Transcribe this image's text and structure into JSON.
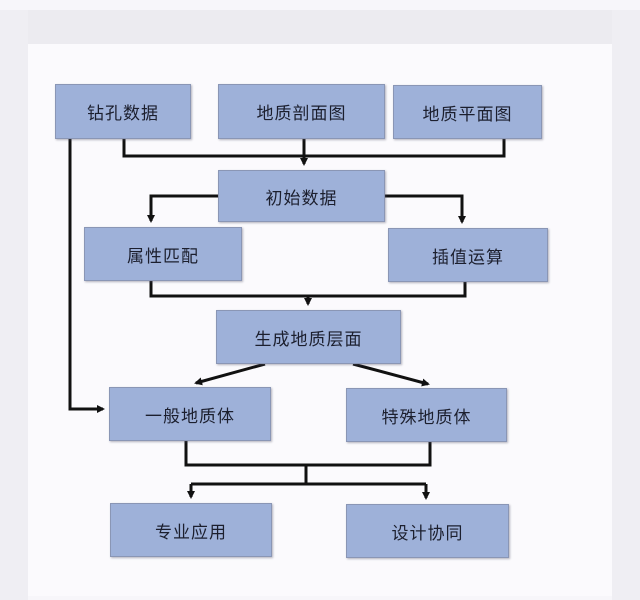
{
  "diagram": {
    "type": "flowchart",
    "nodes": {
      "drill_data": "钻孔数据",
      "geo_section": "地质剖面图",
      "geo_plan": "地质平面图",
      "initial_data": "初始数据",
      "attr_match": "属性匹配",
      "interpolation": "插值运算",
      "generate_surface": "生成地质层面",
      "general_body": "一般地质体",
      "special_body": "特殊地质体",
      "professional_app": "专业应用",
      "design_collab": "设计协同"
    },
    "edges": [
      [
        "drill_data",
        "initial_data"
      ],
      [
        "geo_section",
        "initial_data"
      ],
      [
        "geo_plan",
        "initial_data"
      ],
      [
        "initial_data",
        "attr_match"
      ],
      [
        "initial_data",
        "interpolation"
      ],
      [
        "attr_match",
        "generate_surface"
      ],
      [
        "interpolation",
        "generate_surface"
      ],
      [
        "generate_surface",
        "general_body"
      ],
      [
        "generate_surface",
        "special_body"
      ],
      [
        "drill_data",
        "general_body"
      ],
      [
        "general_body",
        "professional_app"
      ],
      [
        "general_body",
        "design_collab"
      ],
      [
        "special_body",
        "professional_app"
      ],
      [
        "special_body",
        "design_collab"
      ]
    ],
    "colors": {
      "node_fill": "#9eb1d9",
      "node_border": "#8a96b5",
      "line": "#111111",
      "text": "#1c1f2e"
    }
  }
}
